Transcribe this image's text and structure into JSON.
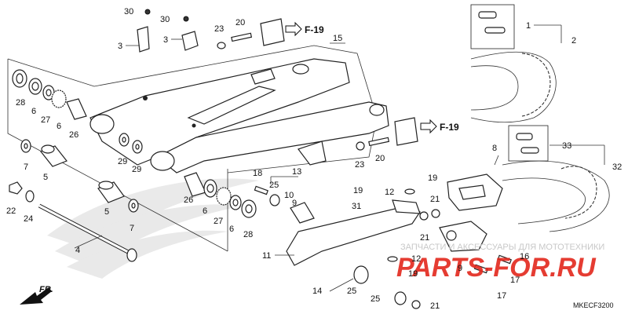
{
  "diagram_code": "MKECF3200",
  "front_marker": "FR.",
  "watermark": {
    "line": "ЗАПЧАСТИ И АКСЕССУАРЫ ДЛЯ МОТОТЕХНИКИ",
    "brand": "PARTS-FOR.RU"
  },
  "refs": {
    "f19_top": "F-19",
    "f19_mid": "F-19"
  },
  "labels": {
    "p1": "1",
    "p2": "2",
    "p3a": "3",
    "p3b": "3",
    "p4": "4",
    "p5a": "5",
    "p5b": "5",
    "p6a": "6",
    "p6b": "6",
    "p6c": "6",
    "p6d": "6",
    "p7a": "7",
    "p7b": "7",
    "p8": "8",
    "p9": "9",
    "p10": "10",
    "p11": "11",
    "p12a": "12",
    "p12b": "12",
    "p13": "13",
    "p14": "14",
    "p15": "15",
    "p16": "16",
    "p17a": "17",
    "p17b": "17",
    "p18": "18",
    "p19a": "19",
    "p19b": "19",
    "p19c": "19",
    "p20a": "20",
    "p20b": "20",
    "p21a": "21",
    "p21b": "21",
    "p21c": "21",
    "p22": "22",
    "p23a": "23",
    "p23b": "23",
    "p24": "24",
    "p25a": "25",
    "p25b": "25",
    "p25c": "25",
    "p26a": "26",
    "p26b": "26",
    "p27a": "27",
    "p27b": "27",
    "p28a": "28",
    "p28b": "28",
    "p29a": "29",
    "p29b": "29",
    "p30a": "30",
    "p30b": "30",
    "p31": "31",
    "p32": "32",
    "p33": "33"
  }
}
